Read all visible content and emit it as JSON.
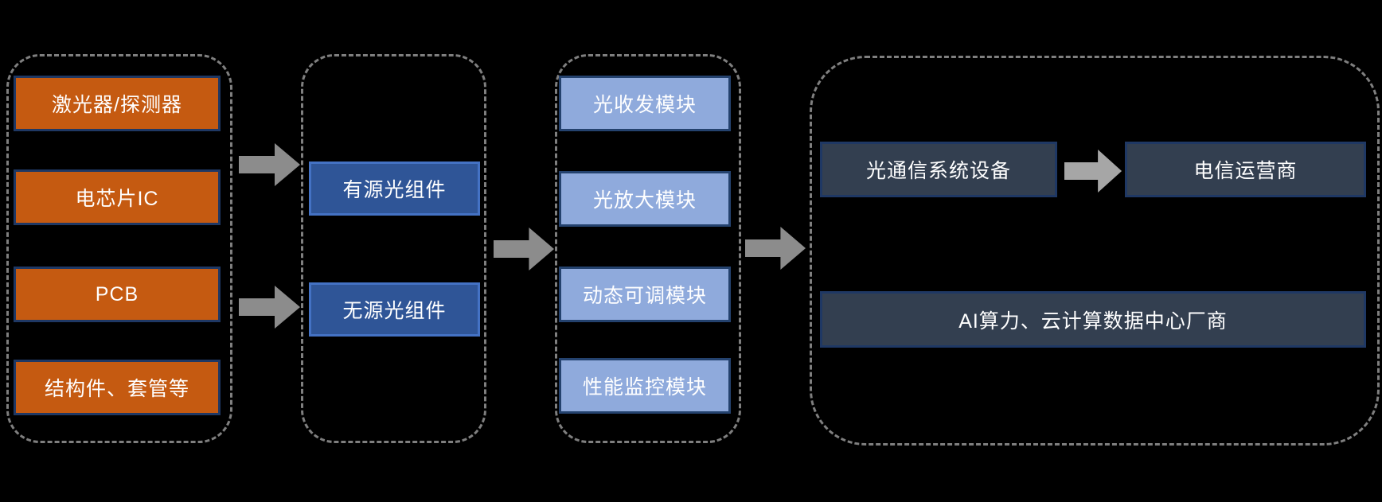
{
  "diagram": {
    "title": "optical-communication-industry-chain",
    "upstream_group": {
      "items": [
        {
          "label": "激光器/探测器"
        },
        {
          "label": "电芯片IC"
        },
        {
          "label": "PCB"
        },
        {
          "label": "结构件、套管等"
        }
      ]
    },
    "components_group": {
      "items": [
        {
          "label": "有源光组件"
        },
        {
          "label": "无源光组件"
        }
      ]
    },
    "modules_group": {
      "items": [
        {
          "label": "光收发模块"
        },
        {
          "label": "光放大模块"
        },
        {
          "label": "动态可调模块"
        },
        {
          "label": "性能监控模块"
        }
      ]
    },
    "downstream_group": {
      "items": [
        {
          "label": "光通信系统设备"
        },
        {
          "label": "电信运营商"
        },
        {
          "label": "AI算力、云计算数据中心厂商"
        }
      ]
    }
  },
  "icons": {
    "arrow_right": "→"
  },
  "colors": {
    "background": "#000000",
    "upstream_fill": "#c55a11",
    "upstream_border": "#1f3864",
    "components_fill": "#2f5597",
    "components_border": "#4472c4",
    "modules_fill": "#8faadc",
    "modules_border": "#24426e",
    "downstream_fill": "#333f50",
    "downstream_border": "#1f3864",
    "arrow_gray": "#8c8c8c",
    "arrow_light_gray": "#a6a6a6",
    "dashed_border_gray": "#7f7f7f",
    "text": "#ffffff"
  }
}
